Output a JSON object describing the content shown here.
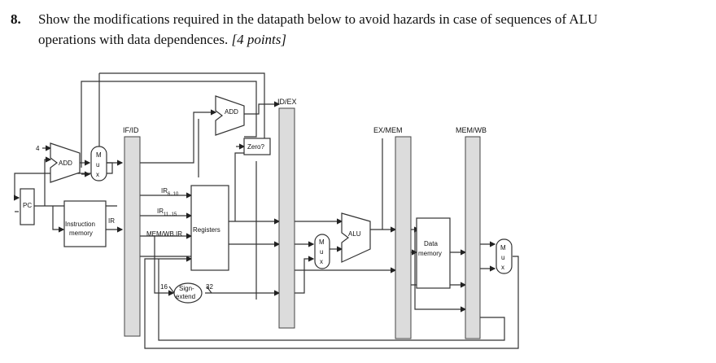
{
  "question": {
    "number": "8.",
    "line1": "Show the modifications required in the datapath below to avoid hazards in case of sequences of ALU",
    "line2": "operations with data dependences.",
    "points": "[4 points]"
  },
  "diagram": {
    "pipeline_registers": [
      "IF/ID",
      "ID/EX",
      "EX/MEM",
      "MEM/WB"
    ],
    "pc": "PC",
    "const_four": "4",
    "adders": [
      "ADD",
      "ADD"
    ],
    "mux_letters": [
      "M",
      "u",
      "x"
    ],
    "zero": "Zero?",
    "ir_labels": {
      "rs_base": "IR",
      "rs_sub": "6..10",
      "rt_base": "IR",
      "rt_sub": "11..15",
      "mem_wb_ir": "MEM/WB.IR"
    },
    "instruction_memory": [
      "Instruction",
      "memory"
    ],
    "ir_out": "IR",
    "registers": "Registers",
    "alu": "ALU",
    "data_memory": [
      "Data",
      "memory"
    ],
    "sign_extend": [
      "Sign-",
      "extend"
    ],
    "width_in": "16",
    "width_out": "32"
  }
}
